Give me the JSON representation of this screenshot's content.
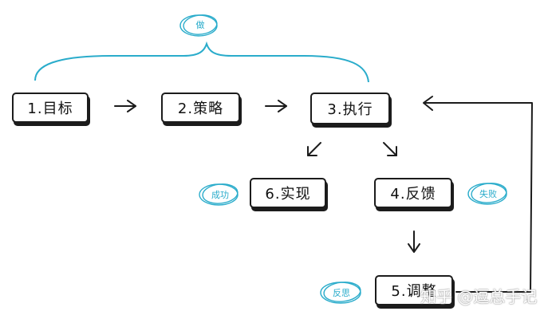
{
  "nodes": {
    "goal": "1.目标",
    "strategy": "2.策略",
    "execute": "3.执行",
    "success": "6.实现",
    "feedback": "4.反馈",
    "adjust": "5.调整"
  },
  "tags": {
    "do": "做",
    "success": "成功",
    "failure": "失败",
    "reflect": "反思"
  },
  "watermark": "知乎 @逗总手记",
  "colors": {
    "accent": "#2aaccb",
    "ink": "#1c1c1c"
  }
}
